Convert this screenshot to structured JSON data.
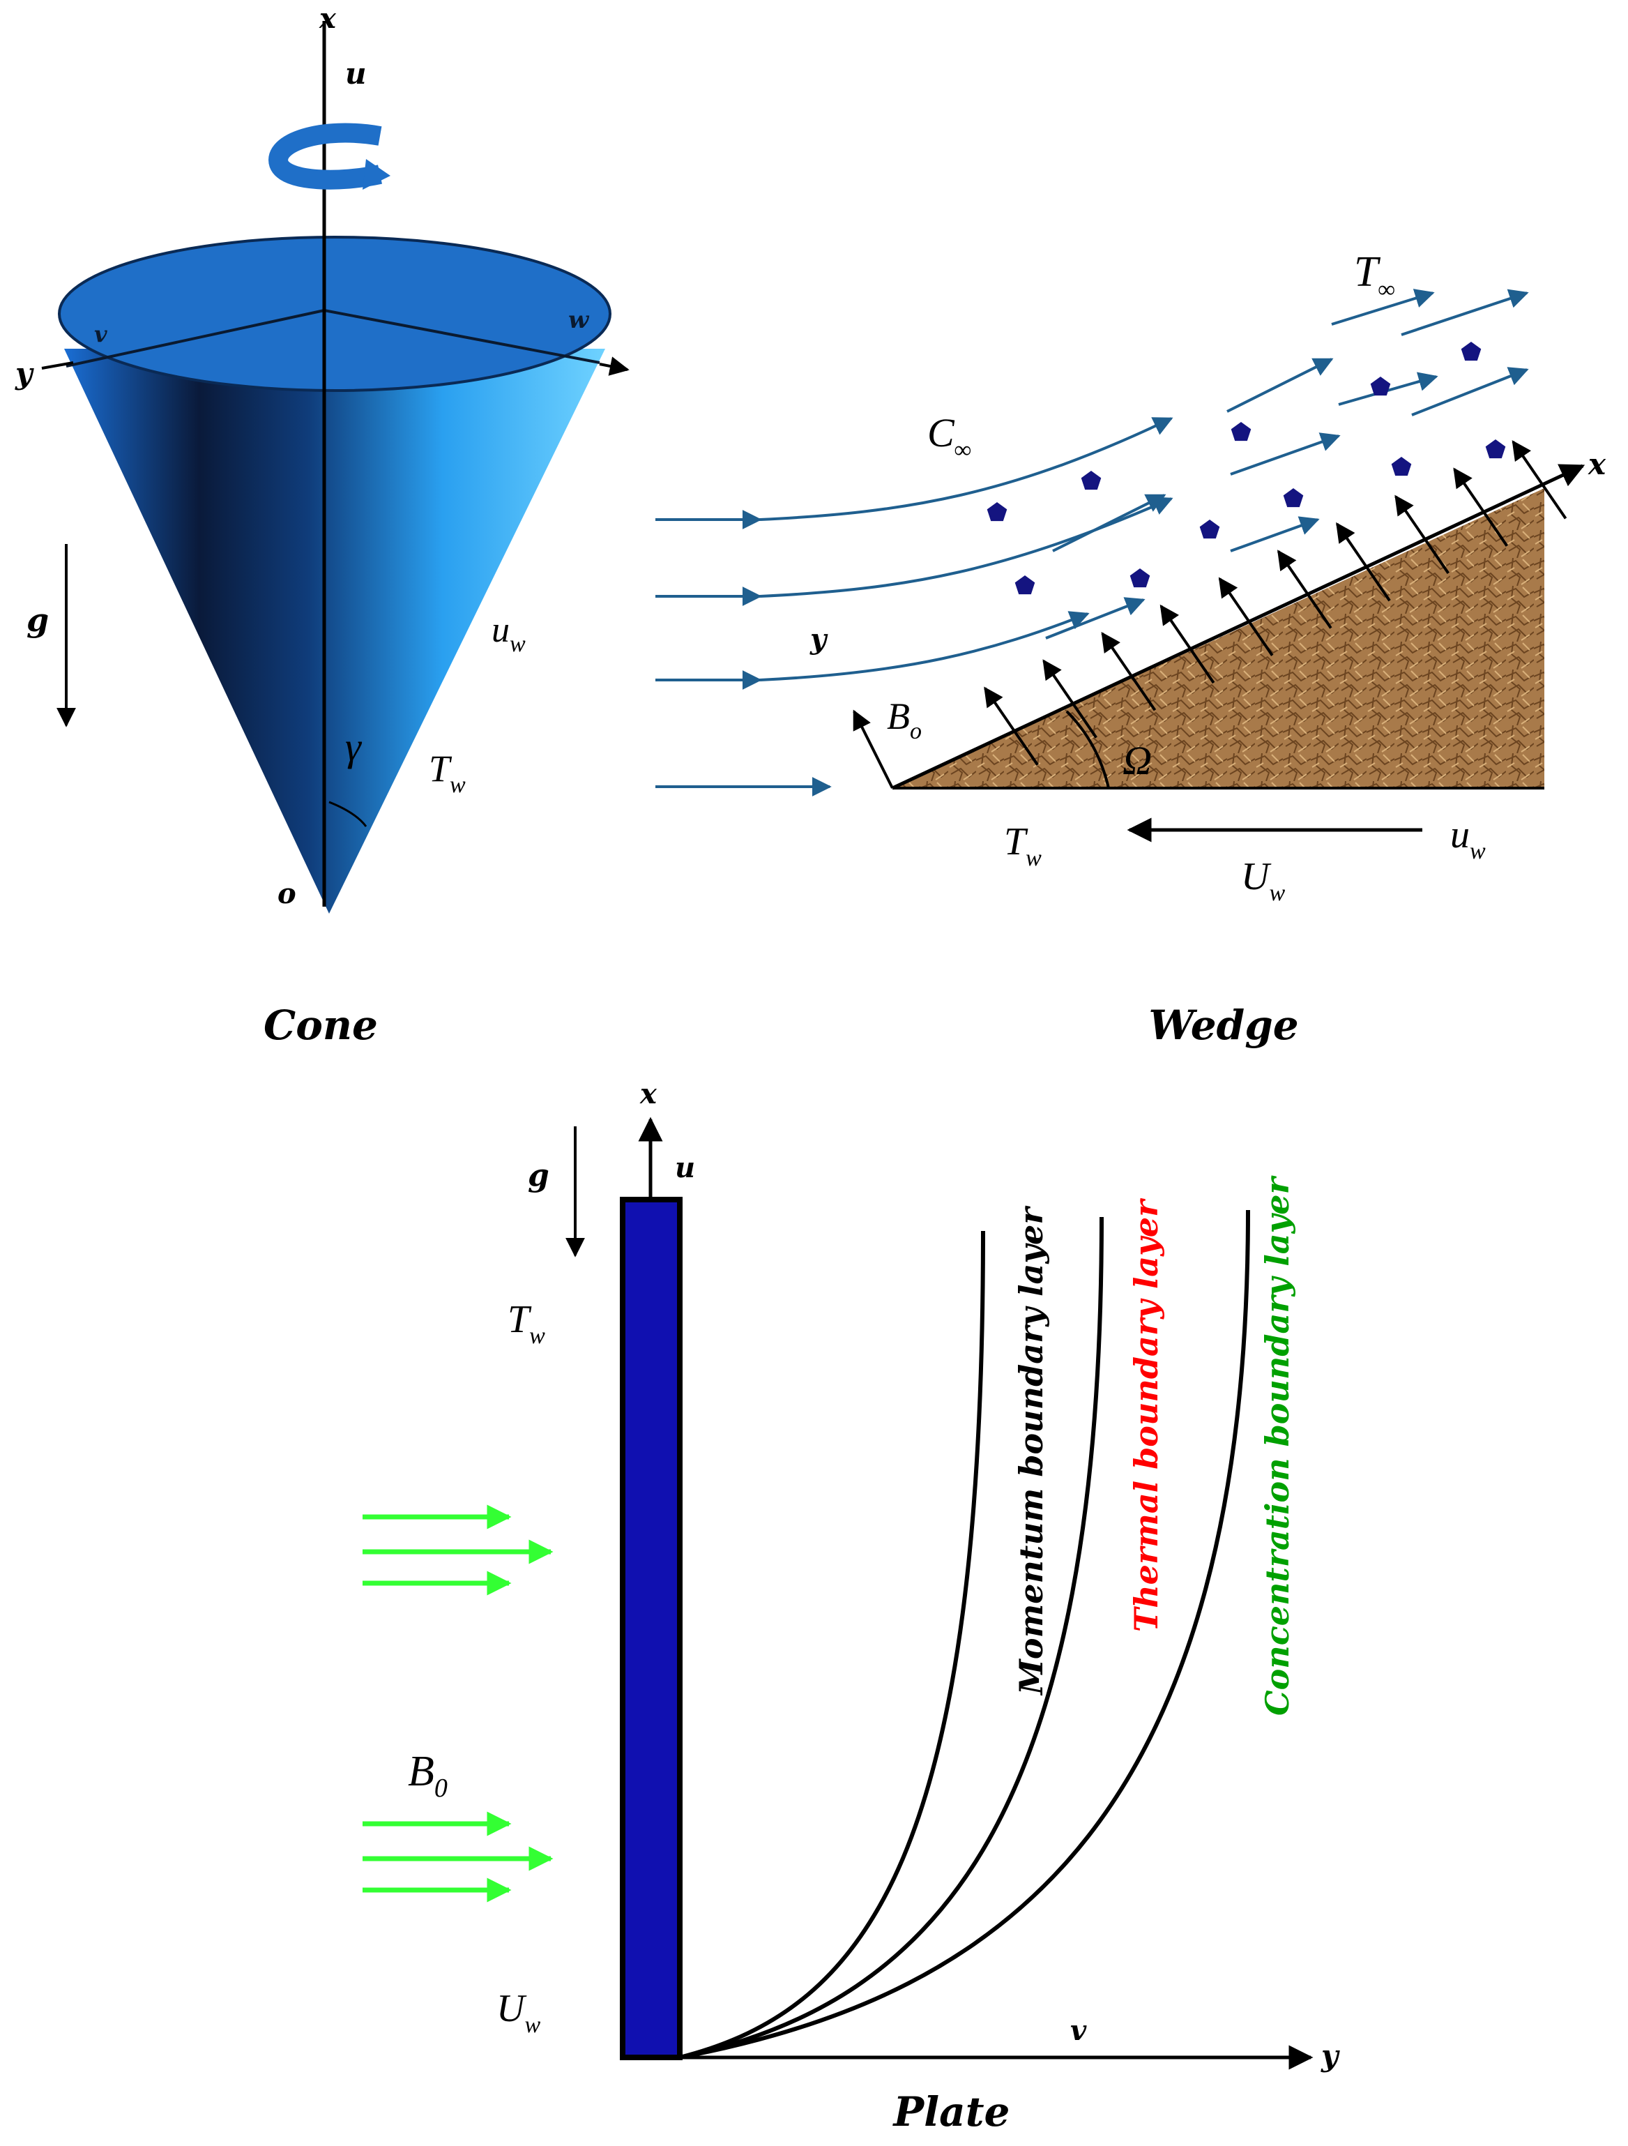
{
  "cone": {
    "caption": "Cone",
    "labels": {
      "x": "x",
      "u": "u",
      "y": "y",
      "v": "v",
      "w": "w",
      "g": "g",
      "uw": "u",
      "uw_sub": "w",
      "gamma": "γ",
      "Tw": "T",
      "Tw_sub": "w",
      "o": "o"
    }
  },
  "wedge": {
    "caption": "Wedge",
    "labels": {
      "Tinf": "T",
      "Tinf_sub": "∞",
      "Cinf": "C",
      "Cinf_sub": "∞",
      "x": "x",
      "y": "y",
      "Bo": "B",
      "Bo_sub": "o",
      "omega": "Ω",
      "Tw": "T",
      "Tw_sub": "w",
      "uw": "u",
      "uw_sub": "w",
      "Uw": "U",
      "Uw_sub": "w"
    }
  },
  "plate": {
    "caption": "Plate",
    "labels": {
      "x": "x",
      "u": "u",
      "g": "g",
      "Tw": "T",
      "Tw_sub": "w",
      "B0": "B",
      "B0_sub": "0",
      "Uw": "U",
      "Uw_sub": "w",
      "v": "v",
      "y": "y"
    },
    "layers": [
      {
        "name": "Momentum boundary layer",
        "color": "#000000"
      },
      {
        "name": "Thermal boundary layer",
        "color": "#ff0000"
      },
      {
        "name": "Concentration boundary layer",
        "color": "#00a000"
      }
    ]
  },
  "colors": {
    "cone": "#1f6fc8",
    "plate": "#1010b0",
    "field": "#33ff33",
    "flow": "#1f5f8f",
    "particle": "#141480",
    "wedge": "#a87a4a"
  }
}
